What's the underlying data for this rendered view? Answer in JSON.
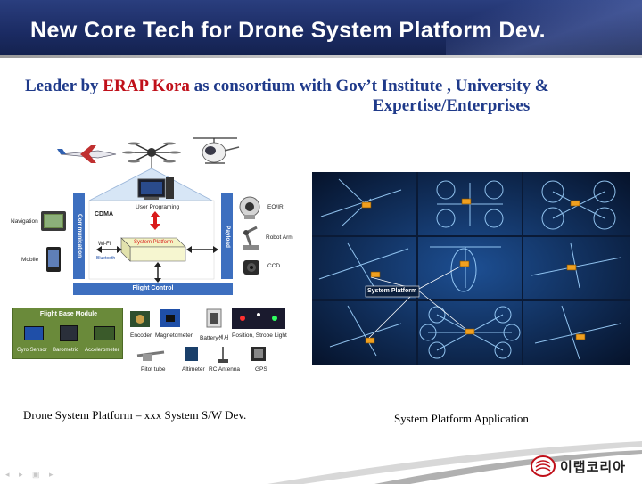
{
  "slide": {
    "title": "New Core Tech for Drone System Platform Dev.",
    "subtitle_part1": "Leader by ",
    "subtitle_accent": "ERAP Kora",
    "subtitle_part2": " as consortium with Gov’t  Institute , University &",
    "subtitle_line2": "Expertise/Enterprises",
    "colors": {
      "title_bg": "#1b2b63",
      "subtitle": "#1f3a8a",
      "accent": "#c0101a",
      "diagram_blue": "#3d6fbf"
    }
  },
  "diagram": {
    "user_programing": "User Programing",
    "cdma": "CDMA",
    "wifi": "Wi-Fi",
    "bluetooth": "Bluetooth",
    "system_platform": "System Platform",
    "communication": "Communication",
    "payload": "Payload",
    "flight_control": "Flight Control",
    "navigation": "Navigation",
    "mobile": "Mobile",
    "eoir": "EO/IR",
    "robot_arm": "Robot Arm",
    "ccd": "CCD",
    "flight_base_module": "Flight Base Module",
    "gyro_sensor": "Gyro Sensor",
    "barometric": "Barometric",
    "accelerometer": "Accelerometer",
    "encoder": "Encoder",
    "magnetometer": "Magnetometer",
    "battery": "Battery센서",
    "position_light": "Position, Strobe Light",
    "pitot_tube": "Pitot tube",
    "altimeter": "Altimeter",
    "rc_antenna": "RC Antenna",
    "gps": "GPS"
  },
  "application": {
    "system_platform_label": "System Platform"
  },
  "captions": {
    "left": "Drone System Platform –  xxx System S/W Dev.",
    "right": "System Platform Application"
  },
  "logo": {
    "text": "이랩코리아"
  },
  "nav_controls": "◂ ▸ ▣ ▸"
}
